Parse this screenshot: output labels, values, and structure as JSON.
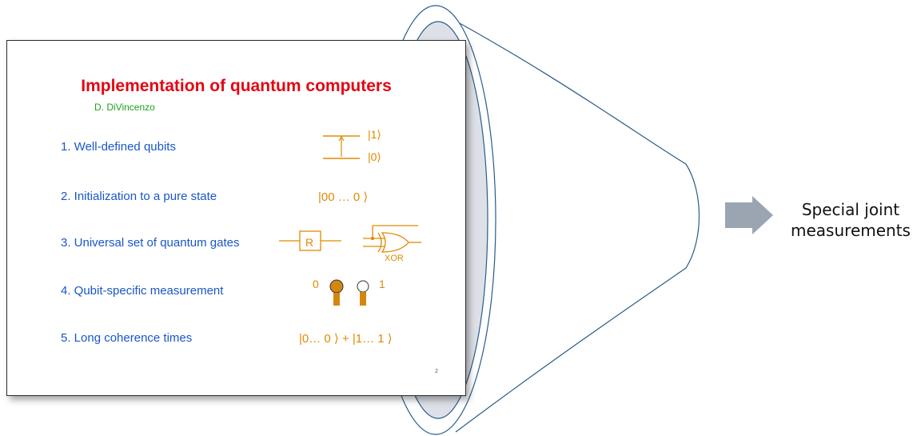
{
  "slide": {
    "title": "Implementation of quantum computers",
    "author": "D. DiVincenzo",
    "items": [
      "1.  Well-defined qubits",
      "2.  Initialization to a pure state",
      "3.  Universal set of quantum gates",
      "4.  Qubit-specific measurement",
      "5.  Long coherence times"
    ],
    "ket_one": "|1⟩",
    "ket_zero": "|0⟩",
    "init_state": "|00 … 0 ⟩",
    "gate_r": "R",
    "gate_xor": "XOR",
    "meas_zero": "0",
    "meas_one": "1",
    "coherence_state": "|0… 0 ⟩ + |1… 1 ⟩",
    "page_number": "2"
  },
  "side_label": [
    "Special joint",
    "measurements"
  ],
  "colors": {
    "title": "#e30613",
    "author": "#20a020",
    "items": "#1a56c8",
    "symbols": "#e08a00",
    "funnel_fill": "#dde1e7",
    "funnel_stroke": "#2a5c8c",
    "arrow": "#9aa5b1"
  }
}
